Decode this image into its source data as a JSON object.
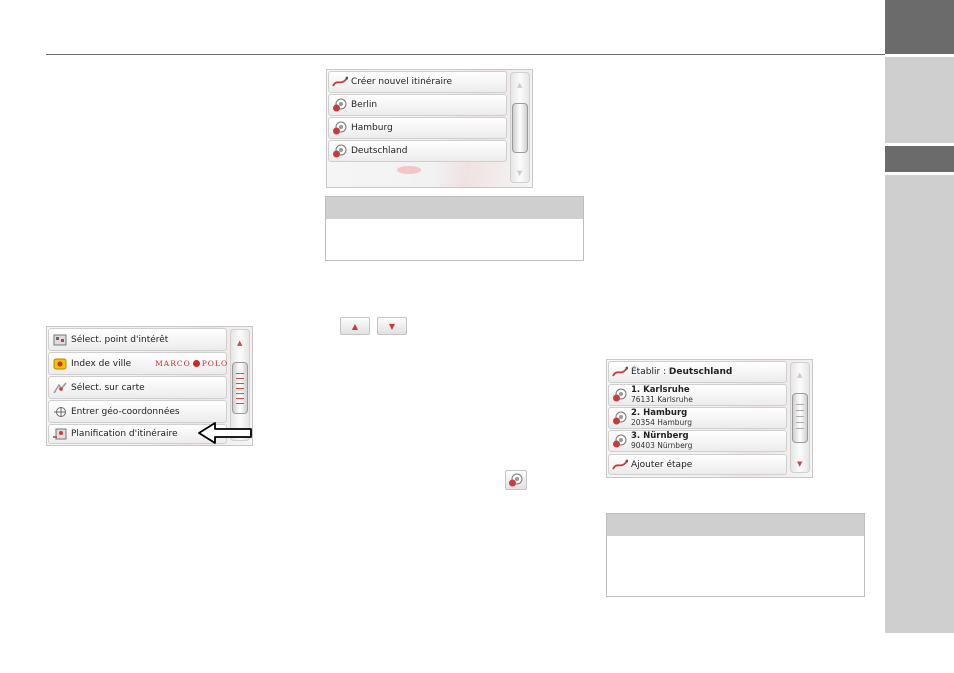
{
  "menu_top": {
    "rows": [
      {
        "label": "Créer nouvel itinéraire",
        "icon": "route-plan-icon"
      },
      {
        "label": "Berlin",
        "icon": "destination-flag-icon"
      },
      {
        "label": "Hamburg",
        "icon": "destination-flag-icon"
      },
      {
        "label": "Deutschland",
        "icon": "destination-flag-icon"
      }
    ]
  },
  "menu_nav": {
    "rows": [
      {
        "label": "Sélect. point d'intérêt",
        "icon": "poi-icon"
      },
      {
        "label": "Index de ville",
        "icon": "city-index-icon",
        "brand": "MARCO",
        "brand2": "POLO"
      },
      {
        "label": "Sélect. sur carte",
        "icon": "map-select-icon"
      },
      {
        "label": "Entrer géo-coordonnées",
        "icon": "geo-coordinates-icon"
      },
      {
        "label": "Planification d'itinéraire",
        "icon": "route-plan-icon"
      }
    ]
  },
  "menu_route": {
    "header_prefix": "Établir : ",
    "header_name": "Deutschland",
    "stops": [
      {
        "title": "1. Karlsruhe",
        "address": "76131 Karlsruhe"
      },
      {
        "title": "2. Hamburg",
        "address": "20354 Hamburg"
      },
      {
        "title": "3. Nürnberg",
        "address": "90403 Nürnberg"
      }
    ],
    "add_label": "Ajouter étape"
  },
  "buttons": {
    "up": "▲",
    "down": "▼"
  },
  "colors": {
    "accent": "#c63b3b",
    "tab_dark": "#6b6b6b",
    "tab_light": "#cfcfcf"
  }
}
